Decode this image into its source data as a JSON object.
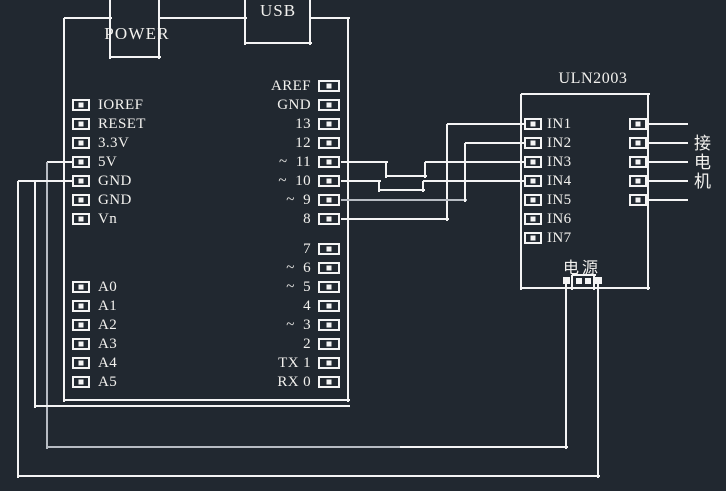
{
  "labels": {
    "power": "POWER",
    "usb": "USB",
    "uln_title": "ULN2003",
    "power_supply": "电源",
    "motor_label_chars": [
      "接",
      "电",
      "机"
    ]
  },
  "arduino": {
    "left_pins": [
      "IOREF",
      "RESET",
      "3.3V",
      "5V",
      "GND",
      "GND",
      "Vn"
    ],
    "right_pins_upper": [
      "AREF",
      "GND",
      "13",
      "12",
      "~  11",
      "~  10",
      "~  9",
      "8"
    ],
    "right_pins_lower": [
      "7",
      "~  6",
      "~  5",
      "4",
      "~  3",
      "2",
      "TX 1",
      "RX 0"
    ],
    "analog_pins": [
      "A0",
      "A1",
      "A2",
      "A3",
      "A4",
      "A5"
    ]
  },
  "uln2003": {
    "input_pins": [
      "IN1",
      "IN2",
      "IN3",
      "IN4",
      "IN5",
      "IN6",
      "IN7"
    ],
    "output_pin_count": 5
  },
  "colors": {
    "background": "#212830",
    "line": "#f4f4f4",
    "dim_line": "#b7bcc3",
    "text": "#f2f1ee"
  }
}
